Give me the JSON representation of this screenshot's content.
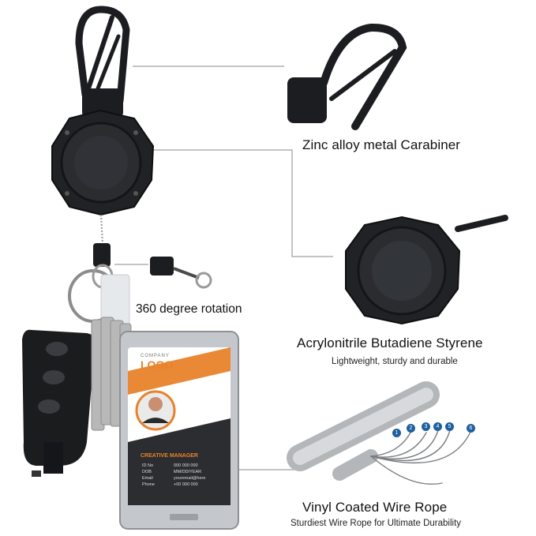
{
  "features": {
    "carabiner": {
      "title": "Zinc alloy metal Carabiner"
    },
    "rotation": {
      "title": "360 degree rotation"
    },
    "shell": {
      "title": "Acrylonitrile Butadiene Styrene",
      "subtitle": "Lightweight, sturdy and durable"
    },
    "wire": {
      "title": "Vinyl Coated Wire Rope",
      "subtitle": "Sturdiest Wire Rope for Ultimate Durability",
      "strand_numbers": [
        "1",
        "2",
        "3",
        "4",
        "5",
        "6"
      ]
    }
  },
  "badge": {
    "company": "COMPANY",
    "logo": "LOGO",
    "role": "CREATIVE MANAGER",
    "fields": [
      {
        "label": "ID No",
        "value": "000 000 000"
      },
      {
        "label": "DOB",
        "value": "MM/DD/YEAR"
      },
      {
        "label": "Email",
        "value": "youremail@here"
      },
      {
        "label": "Phone",
        "value": "+00 000 000"
      }
    ]
  },
  "colors": {
    "product": "#1f2124",
    "accent_orange": "#e8822a",
    "panel": "#ededed",
    "strand_badge": "#1e5fa0"
  }
}
